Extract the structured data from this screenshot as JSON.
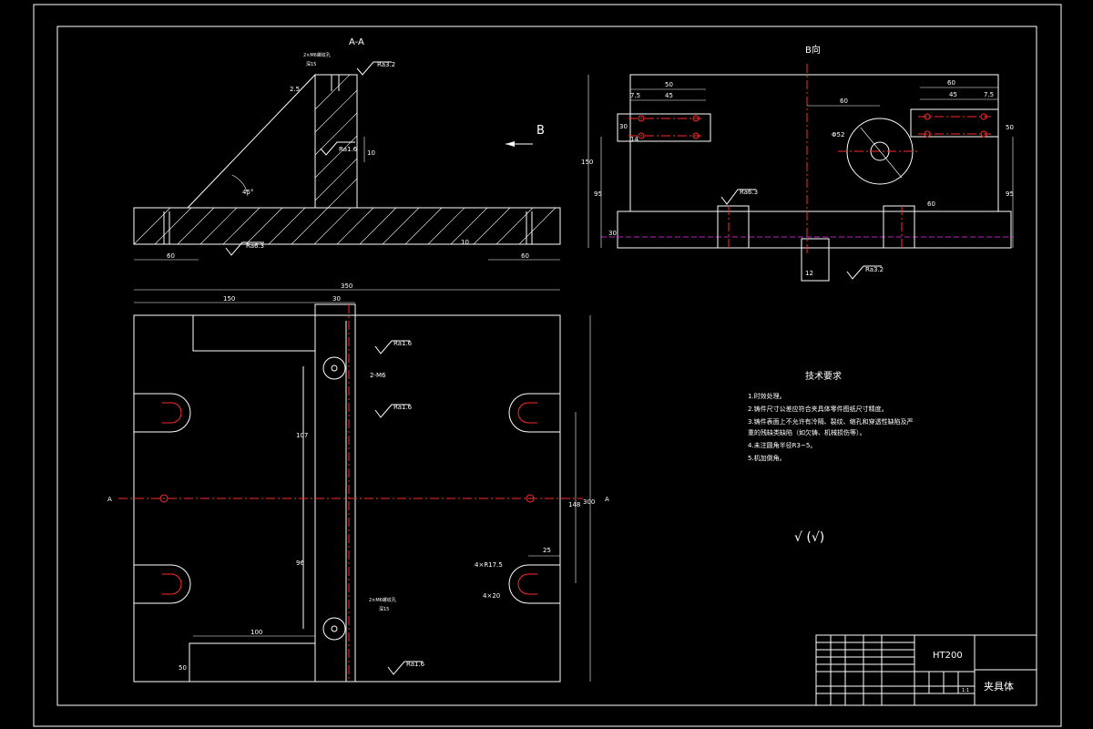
{
  "views": {
    "section_aa": {
      "title": "A-A",
      "dim_width_left": "60",
      "dim_width_right": "60",
      "angle": "45°",
      "rough_top": "Ra3.2",
      "rough_mid": "Ra1.6",
      "rough_bottom": "Ra6.3",
      "small_dim_top": "2.5",
      "note_top_1": "2×M6螺纹孔",
      "note_top_2": "深15",
      "dim_side": "10",
      "dim_bottom_small": "10"
    },
    "view_b": {
      "title": "B向",
      "arrow_label": "B",
      "dim_left_top": "50",
      "dim_left_45": "45",
      "dim_left_7": "7.5",
      "dim_right_top": "60",
      "dim_right_45": "45",
      "dim_right_7": "7.5",
      "dim_hole": "Φ52",
      "dim_center": "60",
      "dim_height": "150",
      "dim_h2": "95",
      "dim_h3": "30",
      "dim_right_h": "95",
      "dim_right_50": "50",
      "dim_left_30": "30",
      "dim_left_14": "14",
      "rough_1": "Ra6.3",
      "rough_2": "Ra3.2",
      "dim_bottom_slot": "12",
      "dim_vert": "60"
    },
    "plan_view": {
      "dim_total": "350",
      "dim_150": "150",
      "dim_30": "30",
      "dim_100": "100",
      "dim_50": "50",
      "dim_107": "107",
      "dim_96": "96",
      "dim_148": "148",
      "dim_300": "300",
      "dim_25": "25",
      "label_4xr": "4×R17.5",
      "label_4x20": "4×20",
      "label_2m6": "2-M6",
      "rough_a": "Ra1.6",
      "rough_b": "Ra1.6",
      "rough_c": "Ra1.6",
      "section_mark": "A",
      "side_note_1": "2×M6螺纹孔",
      "side_note_2": "深15"
    }
  },
  "tech_requirements": {
    "title": "技术要求",
    "items": [
      "1.时效处理。",
      "2.铸件尺寸公差应符合夹具体零件图纸尺寸精度。",
      "3.铸件表面上不允许有冷隔、裂纹、缩孔和穿透性缺陷及严",
      "重的残缺类缺陷（如欠铸、机械损伤等）。",
      "4.未注圆角半径R3~5。",
      "5.机加倒角。"
    ],
    "rough_symbol": "√ (√)"
  },
  "title_block": {
    "material": "HT200",
    "part_name": "夹具体",
    "scale": "1:1"
  }
}
